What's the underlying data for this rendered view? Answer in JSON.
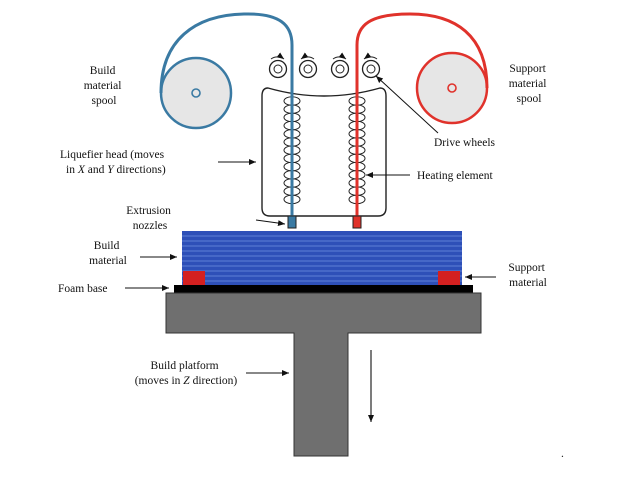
{
  "labels": {
    "build_spool": [
      "Build",
      "material",
      "spool"
    ],
    "support_spool": [
      "Support",
      "material",
      "spool"
    ],
    "drive_wheels": "Drive wheels",
    "liquefier_head_l1": "Liquefier head (moves",
    "liquefier_head_l2_pre": "in ",
    "liquefier_head_x": "X",
    "liquefier_head_and": " and ",
    "liquefier_head_y": "Y",
    "liquefier_head_post": " directions)",
    "heating_element": "Heating element",
    "extrusion_nozzles": [
      "Extrusion",
      "nozzles"
    ],
    "build_material": [
      "Build",
      "material"
    ],
    "support_material": [
      "Support",
      "material"
    ],
    "foam_base": "Foam base",
    "build_platform_l1": "Build platform",
    "build_platform_l2_pre": "(moves in ",
    "build_platform_z": "Z",
    "build_platform_l2_post": " direction)",
    "corner_dot": "."
  },
  "colors": {
    "build_filament": "#3a7aa3",
    "support_filament": "#e0322b",
    "build_layers": "#2e50b8",
    "layer_lines": "#6f8fe0",
    "support_blocks": "#d42020",
    "platform": "#6f6f6f",
    "foam_base": "#000000",
    "spool_fill": "#e6e6e6"
  },
  "icons": {
    "drive_wheel": "drive-wheel-icon",
    "heating_coil": "coil-loop-icon"
  }
}
